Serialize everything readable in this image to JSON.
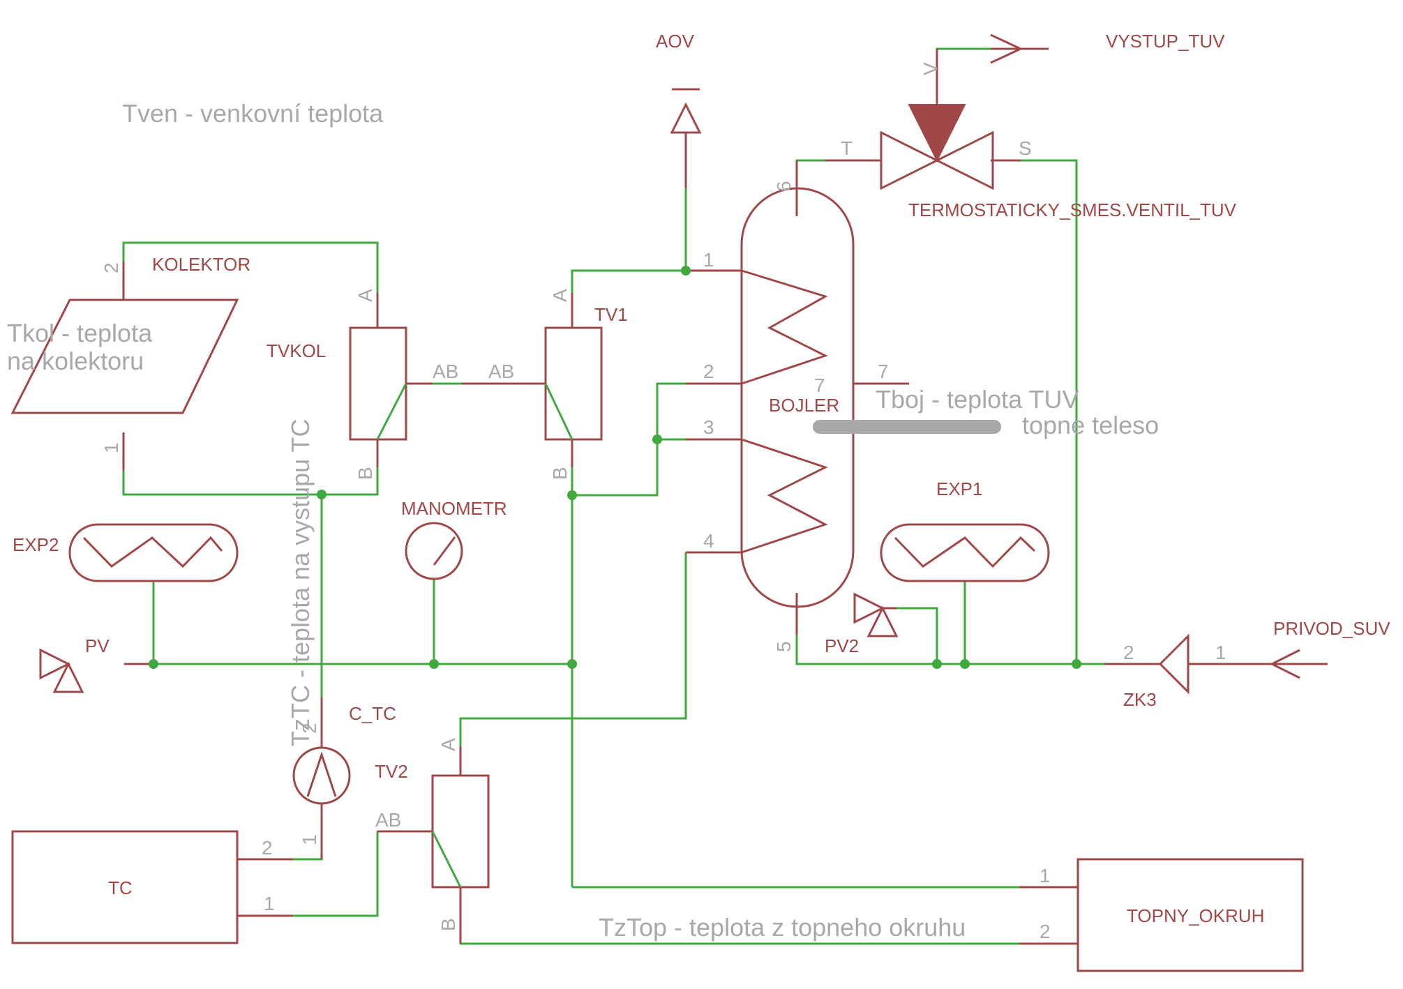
{
  "parts": {
    "aov": "AOV",
    "vystup_tuv": "VYSTUP_TUV",
    "termo_valve": "TERMOSTATICKY_SMES.VENTIL_TUV",
    "kolektor": "KOLEKTOR",
    "tvkol": "TVKOL",
    "tv1": "TV1",
    "bojler": "BOJLER",
    "manometr": "MANOMETR",
    "exp2": "EXP2",
    "exp1": "EXP1",
    "pv": "PV",
    "pv2": "PV2",
    "privod_suv": "PRIVOD_SUV",
    "zk3": "ZK3",
    "c_tc": "C_TC",
    "tv2": "TV2",
    "tc": "TC",
    "topny_okruh": "TOPNY_OKRUH"
  },
  "pins": {
    "v": "V",
    "t": "T",
    "s": "S",
    "a": "A",
    "b": "B",
    "ab": "AB",
    "n1": "1",
    "n2": "2",
    "n3": "3",
    "n4": "4",
    "n5": "5",
    "n6": "6",
    "n7": "7"
  },
  "notes": {
    "tven": "Tven - venkovní teplota",
    "tkol_line1": "Tkol - teplota",
    "tkol_line2": "na kolektoru",
    "tztc": "TzTC - teplota na vystupu TC",
    "tboj": "Tboj - teplota TUV",
    "topne": "topne teleso",
    "tztop": "TzTop - teplota z topneho okruhu"
  },
  "colors": {
    "symbol": "#a04848",
    "wire": "#3fa83f",
    "note": "#a8a8a8",
    "valve_fill": "#a04848",
    "heater": "#a8a8a8"
  }
}
